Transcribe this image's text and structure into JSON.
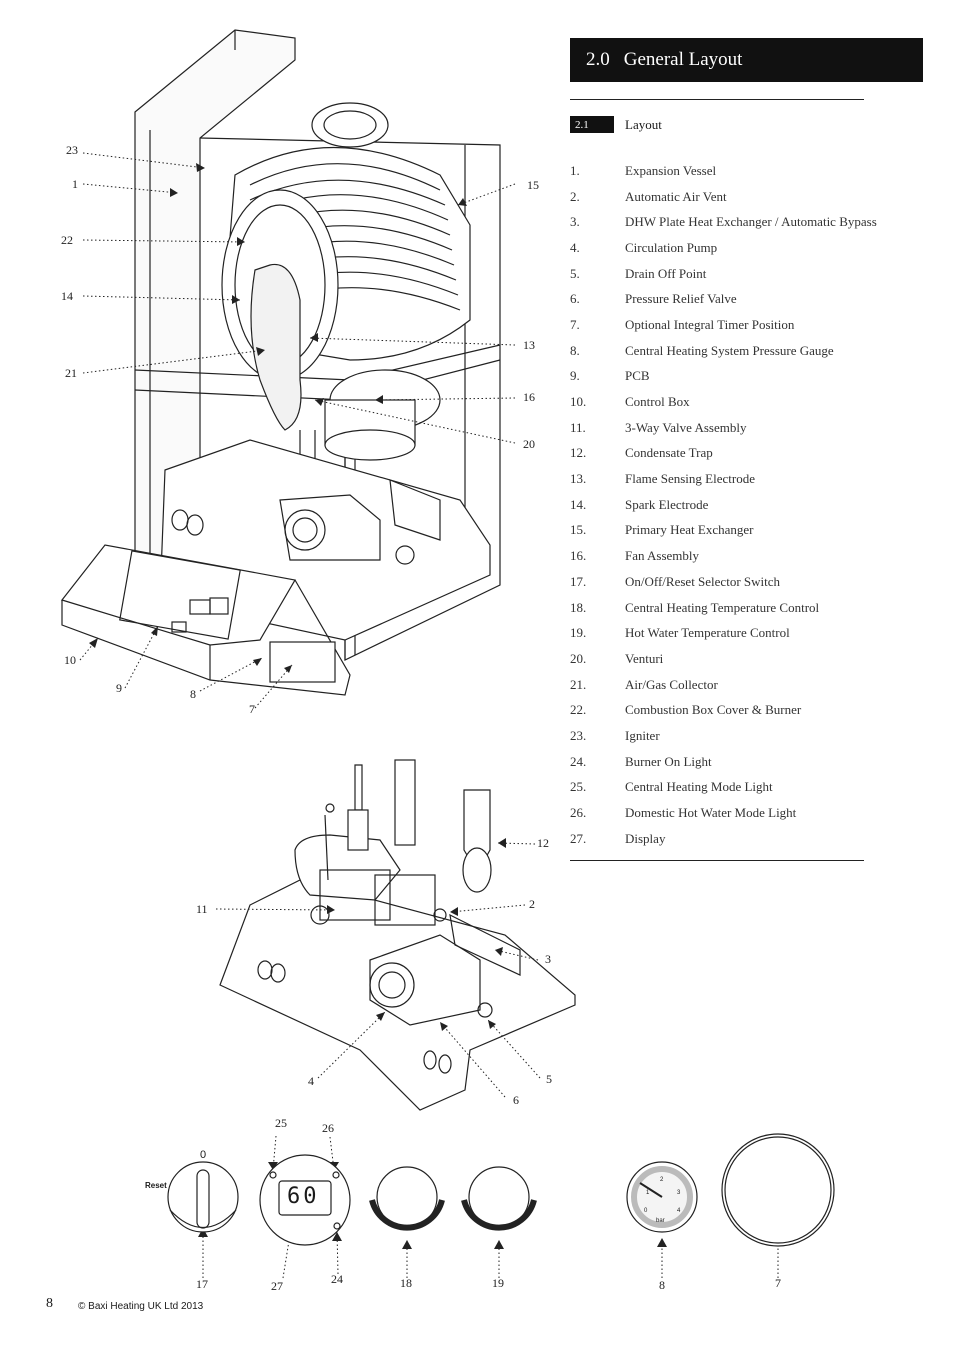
{
  "header": {
    "section_number": "2.0",
    "section_title": "General Layout"
  },
  "subsection": {
    "number": "2.1",
    "title": "Layout"
  },
  "components": [
    {
      "n": "1.",
      "label": "Expansion Vessel"
    },
    {
      "n": "2.",
      "label": "Automatic Air Vent"
    },
    {
      "n": "3.",
      "label": "DHW Plate Heat Exchanger / Automatic Bypass"
    },
    {
      "n": "4.",
      "label": "Circulation Pump"
    },
    {
      "n": "5.",
      "label": "Drain Off Point"
    },
    {
      "n": "6.",
      "label": "Pressure Relief Valve"
    },
    {
      "n": "7.",
      "label": "Optional Integral Timer Position"
    },
    {
      "n": "8.",
      "label": "Central Heating System Pressure Gauge"
    },
    {
      "n": "9.",
      "label": "PCB"
    },
    {
      "n": "10.",
      "label": "Control Box"
    },
    {
      "n": "11.",
      "label": "3-Way Valve Assembly"
    },
    {
      "n": "12.",
      "label": "Condensate Trap"
    },
    {
      "n": "13.",
      "label": "Flame Sensing Electrode"
    },
    {
      "n": "14.",
      "label": "Spark Electrode"
    },
    {
      "n": "15.",
      "label": "Primary Heat Exchanger"
    },
    {
      "n": "16.",
      "label": "Fan Assembly"
    },
    {
      "n": "17.",
      "label": "On/Off/Reset Selector Switch"
    },
    {
      "n": "18.",
      "label": "Central Heating Temperature Control"
    },
    {
      "n": "19.",
      "label": "Hot Water Temperature Control"
    },
    {
      "n": "20.",
      "label": "Venturi"
    },
    {
      "n": "21.",
      "label": "Air/Gas Collector"
    },
    {
      "n": "22.",
      "label": "Combustion Box Cover & Burner"
    },
    {
      "n": "23.",
      "label": "Igniter"
    },
    {
      "n": "24.",
      "label": "Burner On Light"
    },
    {
      "n": "25.",
      "label": "Central Heating Mode Light"
    },
    {
      "n": "26.",
      "label": "Domestic Hot Water Mode Light"
    },
    {
      "n": "27.",
      "label": "Display"
    }
  ],
  "callouts": {
    "c1": "1",
    "c2": "2",
    "c3": "3",
    "c4": "4",
    "c5": "5",
    "c6": "6",
    "c7": "7",
    "c8": "8",
    "c9": "9",
    "c10": "10",
    "c11": "11",
    "c12": "12",
    "c13": "13",
    "c14": "14",
    "c15": "15",
    "c16": "16",
    "c17": "17",
    "c18": "18",
    "c19": "19",
    "c20": "20",
    "c21": "21",
    "c22": "22",
    "c23": "23",
    "c24": "24",
    "c25": "25",
    "c26": "26",
    "c27": "27",
    "c7b": "7",
    "c8b": "8"
  },
  "panel": {
    "selector_zero": "0",
    "reset_label": "Reset",
    "display_value": "60",
    "gauge_ticks": [
      "0",
      "1",
      "2",
      "3",
      "4"
    ],
    "gauge_unit": "bar"
  },
  "footer": {
    "page_number": "8",
    "copyright": "© Baxi Heating UK Ltd 2013"
  }
}
